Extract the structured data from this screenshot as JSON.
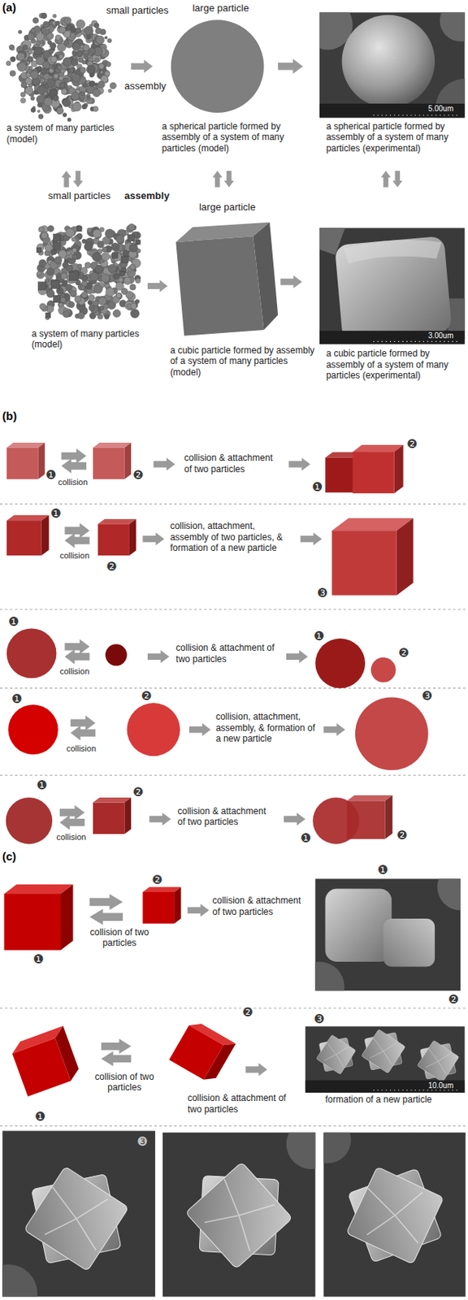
{
  "diagram": {
    "labels": [
      "(a)",
      "small particles",
      "large particle",
      "assembly",
      "5.00um",
      "a system of many particles (model)",
      "a spherical particle formed by assembly of a system of many particles (model)",
      "a spherical particle formed by assembly of a system of many particles (experimental)",
      "small particles",
      "assembly",
      "large particle",
      "3.00um",
      "a system of many particles (model)",
      "a cubic particle formed by assembly of a system of many particles (model)",
      "a cubic particle formed by assembly of a system of many particles (experimental)",
      "(b)",
      "❶",
      "collision",
      "❷",
      "collision & attachment of two particles",
      "❷",
      "❶",
      "❶",
      "collision",
      "❷",
      "collision, attachment, assembly of two particles, & formation of a new particle",
      "❸",
      "❶",
      "collision",
      "collision & attachment of two particles",
      "❶",
      "❷",
      "❶",
      "collision",
      "❷",
      "collision, attachment, assembly, & formation of a new particle",
      "❸",
      "❶",
      "collision",
      "❷",
      "collision & attachment of two particles",
      "❶",
      "❷",
      "(c)",
      "❶",
      "❷",
      "collision of two particles",
      "collision & attachment of two particles",
      "❶",
      "❷",
      "❶",
      "❷",
      "collision of two particles",
      "collision & attachment of two particles",
      "❸",
      "10.0um",
      "formation of a new particle",
      "❸"
    ]
  }
}
